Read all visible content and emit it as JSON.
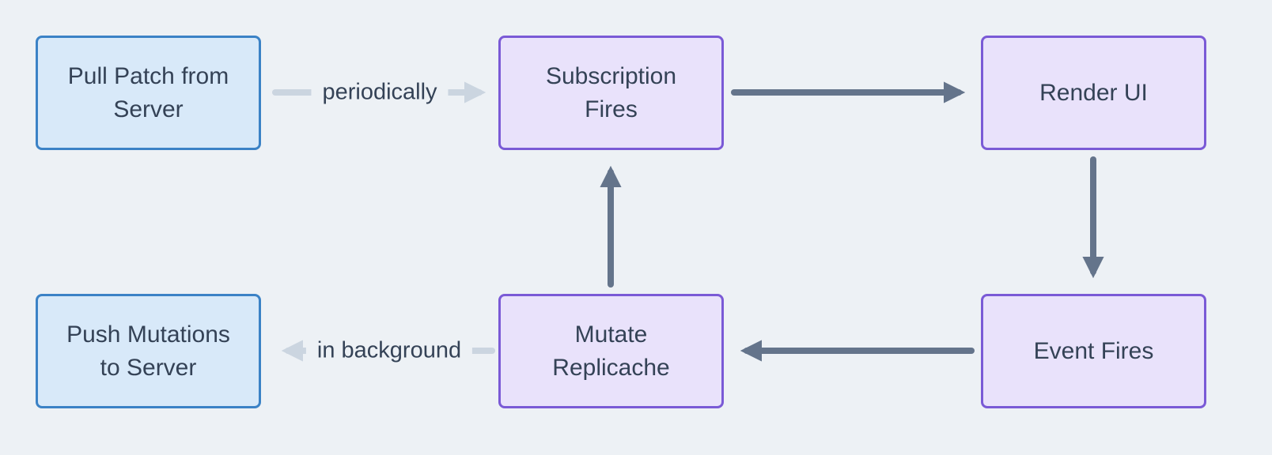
{
  "diagram": {
    "nodes": {
      "pull_patch": {
        "label": "Pull Patch from Server"
      },
      "subscription_fires": {
        "label": "Subscription Fires"
      },
      "render_ui": {
        "label": "Render UI"
      },
      "push_mutations": {
        "label": "Push Mutations to Server"
      },
      "mutate_replicache": {
        "label": "Mutate Replicache"
      },
      "event_fires": {
        "label": "Event Fires"
      }
    },
    "edge_labels": {
      "periodically": "periodically",
      "in_background": "in background"
    },
    "colors": {
      "background": "#edf1f5",
      "blue_fill": "#d8e9f9",
      "blue_border": "#3b82c6",
      "purple_fill": "#e9e2fb",
      "purple_border": "#7a5ad6",
      "arrow_dark": "#64748b",
      "arrow_light": "#cbd5e0",
      "text": "#344256"
    }
  }
}
